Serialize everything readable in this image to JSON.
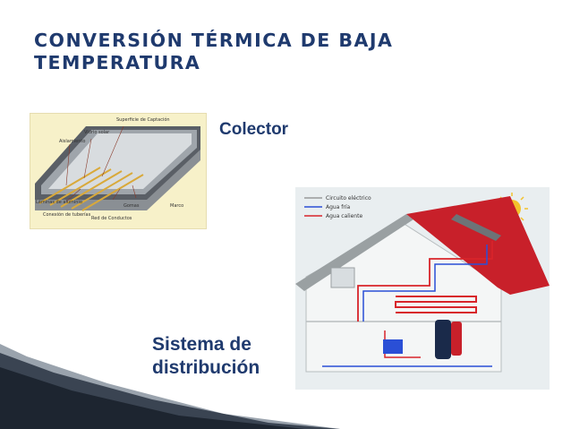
{
  "slide": {
    "title_line1": "CONVERSIÓN TÉRMICA DE BAJA",
    "title_line2": "TEMPERATURA",
    "label_colector": "Colector",
    "label_sistema_line1": "Sistema de",
    "label_sistema_line2": "distribución"
  },
  "collector_diagram": {
    "labels": {
      "superficie": "Superficie de Captación",
      "vidrio": "Vidrio solar",
      "aislamiento": "Aislamiento",
      "laminas": "Láminas de aluminio",
      "conexion": "Conexión de tuberías",
      "red": "Red de Conductos",
      "marco": "Marco",
      "gomas": "Gomas"
    }
  },
  "house_diagram": {
    "legend": [
      {
        "label": "Circuito eléctrico",
        "color": "#888888"
      },
      {
        "label": "Agua fría",
        "color": "#2a4fd6"
      },
      {
        "label": "Agua caliente",
        "color": "#d8242a"
      }
    ]
  },
  "colors": {
    "title": "#1f3a6e",
    "roof": "#c8202a",
    "sun": "#f3c22c",
    "cold_water": "#2a4fd6",
    "hot_water": "#d8242a"
  }
}
